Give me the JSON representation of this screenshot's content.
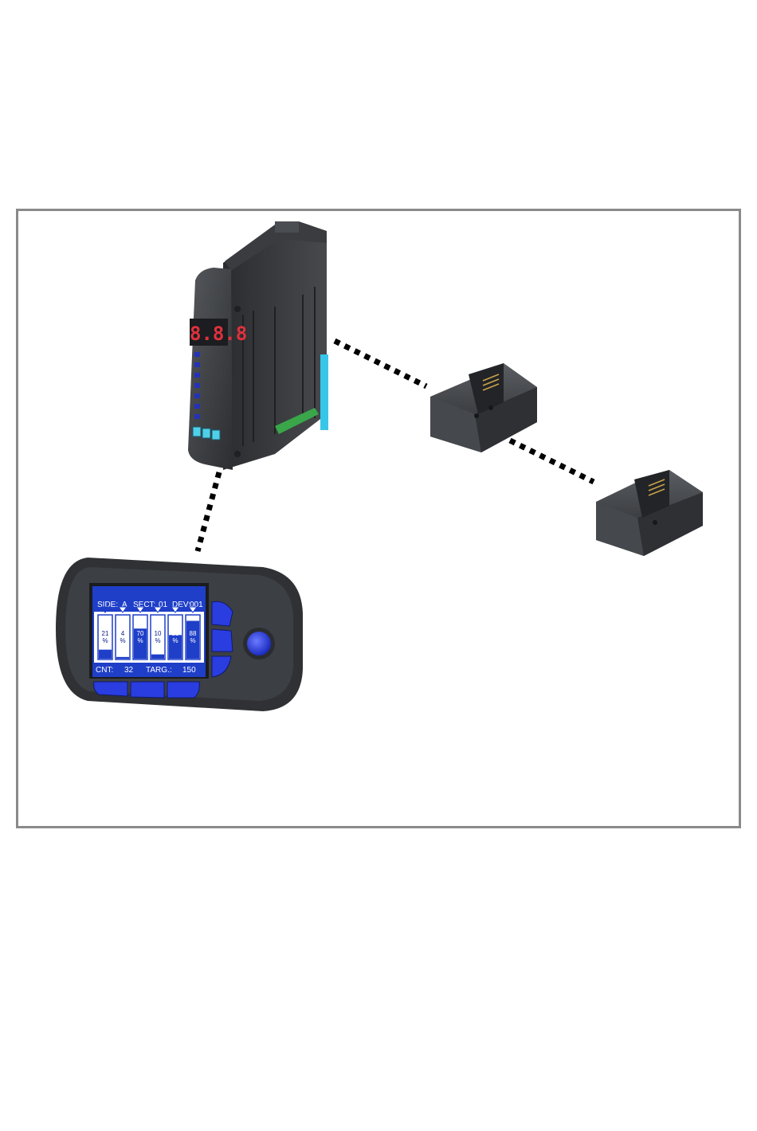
{
  "controller": {
    "display": "8.8.8"
  },
  "handheld": {
    "header": {
      "side_label": "SIDE:",
      "side_value": "A",
      "sect_label": "SECT:",
      "sect_value": "01",
      "dev_label": "DEV:",
      "dev_value": "001"
    },
    "bars": [
      {
        "value": "21",
        "unit": "%",
        "fill": 0.21
      },
      {
        "value": "4",
        "unit": "%",
        "fill": 0.04
      },
      {
        "value": "70",
        "unit": "%",
        "fill": 0.7
      },
      {
        "value": "10",
        "unit": "%",
        "fill": 0.1
      },
      {
        "value": "55",
        "unit": "%",
        "fill": 0.55
      },
      {
        "value": "88",
        "unit": "%",
        "fill": 0.88
      }
    ],
    "footer": {
      "cnt_label": "CNT:",
      "cnt_value": "32",
      "targ_label": "TARG.:",
      "targ_value": "150"
    }
  },
  "colors": {
    "frame": "#8a8a8a",
    "housing": "#3b3d40",
    "lcd": "#1f3fc8",
    "buttons": "#2a3de0",
    "segment": "#e0313d",
    "connector": "#2d2f33"
  }
}
